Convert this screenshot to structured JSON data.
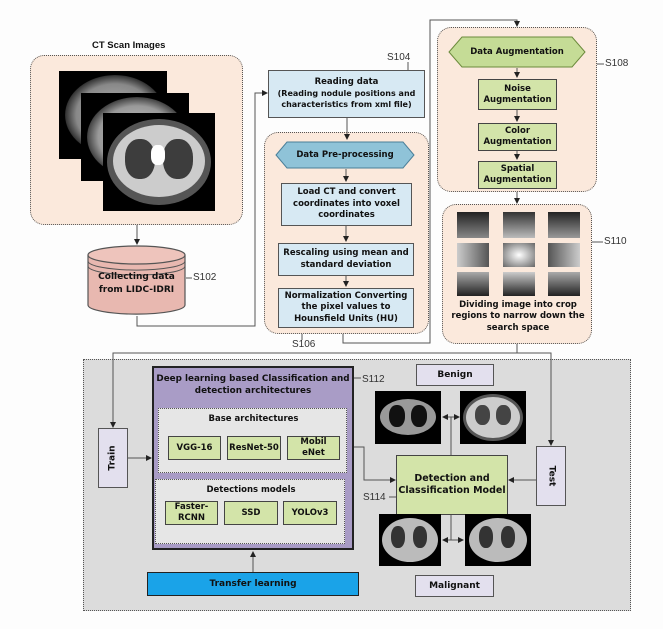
{
  "ct_scan": {
    "title": "CT Scan Images",
    "image_count": 3
  },
  "collect": {
    "label": "Collecting data from LIDC-IDRI",
    "step": "S102"
  },
  "reading": {
    "title": "Reading data",
    "desc": "(Reading nodule positions and characteristics from xml file)",
    "step": "S104"
  },
  "preprocessing": {
    "header": "Data Pre-processing",
    "step": "S106",
    "steps": [
      "Load CT and convert coordinates into voxel coordinates",
      "Rescaling using mean and standard deviation",
      "Normalization Converting the pixel values to Hounsfield Units (HU)"
    ]
  },
  "augmentation": {
    "header": "Data Augmentation",
    "step": "S108",
    "steps": [
      "Noise Augmentation",
      "Color Augmentation",
      "Spatial Augmentation"
    ]
  },
  "crop": {
    "label": "Dividing image into crop regions to narrow down the search space",
    "step": "S110"
  },
  "deep_learning": {
    "title": "Deep learning based Classification and detection architectures",
    "step": "S112",
    "base": {
      "title": "Base architectures",
      "models": [
        "VGG-16",
        "ResNet-50",
        "Mobil eNet"
      ]
    },
    "detection": {
      "title": "Detections models",
      "models": [
        "Faster-RCNN",
        "SSD",
        "YOLOv3"
      ]
    }
  },
  "train_label": "Train",
  "test_label": "Test",
  "transfer_label": "Transfer learning",
  "model": {
    "label": "Detection and Classification Model",
    "step": "S114"
  },
  "benign_label": "Benign",
  "malignant_label": "Malignant",
  "colors": {
    "peach": "#fbe9dc",
    "blue_box": "#d7e9f3",
    "green_box": "#d3e4a9",
    "purple": "#a99cc6",
    "lavender": "#e3e0ee",
    "transfer": "#1aa3e8",
    "db": "#e8b8b0",
    "panel_gray": "#dcdcdc"
  }
}
